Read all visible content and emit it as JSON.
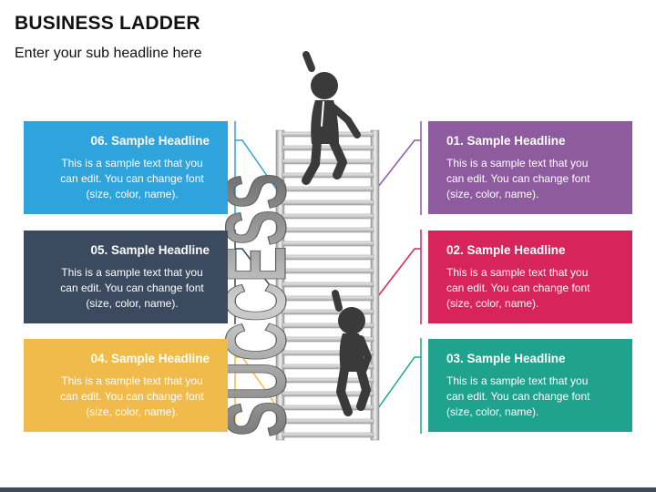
{
  "title": "BUSINESS LADDER",
  "subtitle": "Enter your sub headline here",
  "ladder_word": "SUCCESS",
  "cards": [
    {
      "id": "06",
      "headline": "06. Sample Headline",
      "body": [
        "This is a sample text that you",
        "can edit. You can change font",
        "(size, color, name)."
      ],
      "color": "#2ea3dc"
    },
    {
      "id": "05",
      "headline": "05. Sample Headline",
      "body": [
        "This is a sample text that you",
        "can edit. You can change font",
        "(size, color, name)."
      ],
      "color": "#3b4a5e"
    },
    {
      "id": "04",
      "headline": "04. Sample Headline",
      "body": [
        "This is a sample text that you",
        "can edit. You can change font",
        "(size, color, name)."
      ],
      "color": "#f0bb4a"
    },
    {
      "id": "01",
      "headline": "01. Sample Headline",
      "body": [
        "This is a sample text that you",
        "can edit. You can change font",
        "(size, color, name)."
      ],
      "color": "#8e5c9e"
    },
    {
      "id": "02",
      "headline": "02. Sample Headline",
      "body": [
        "This is a sample text that you",
        "can edit. You can change font",
        "(size, color, name)."
      ],
      "color": "#d7245b"
    },
    {
      "id": "03",
      "headline": "03. Sample Headline",
      "body": [
        "This is a sample text that you",
        "can edit. You can change font",
        "(size, color, name)."
      ],
      "color": "#1fa38f"
    }
  ]
}
